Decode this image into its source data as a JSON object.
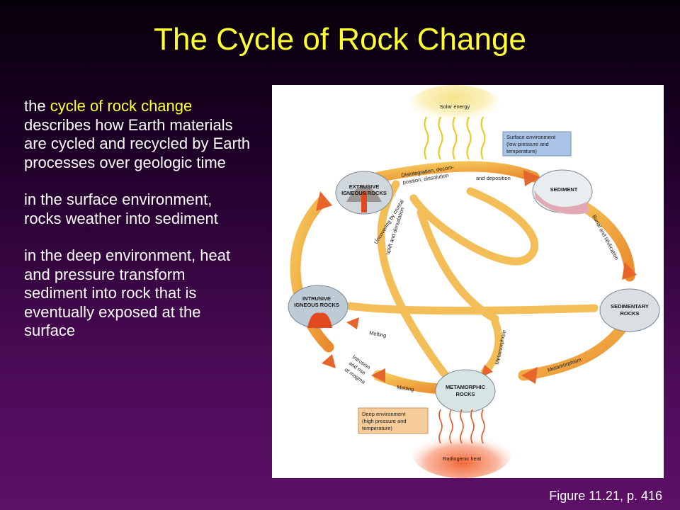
{
  "slide": {
    "title": "The Cycle of Rock Change",
    "paragraphs": [
      {
        "highlight_prefix": "the ",
        "highlight": "cycle of rock change",
        "rest": " describes how Earth materials are cycled and recycled by Earth processes over geologic time"
      },
      {
        "text": "in the surface environment, rocks weather into sediment"
      },
      {
        "text": "in the deep environment, heat and pressure transform sediment into rock that is eventually exposed at the surface"
      }
    ],
    "caption": "Figure 11.21, p. 416"
  },
  "diagram": {
    "solar_energy": "Solar energy",
    "radiogenic_heat": "Radiogenic heat",
    "surface_env": [
      "Surface environment",
      "(low pressure and",
      "temperature)"
    ],
    "deep_env": [
      "Deep environment",
      "(high pressure and",
      "temperature)"
    ],
    "nodes": {
      "extrusive": [
        "EXTRUSIVE",
        "IGNEOUS ROCKS"
      ],
      "sediment": "SEDIMENT",
      "sedimentary": [
        "SEDIMENTARY",
        "ROCKS"
      ],
      "metamorphic": [
        "METAMORPHIC",
        "ROCKS"
      ],
      "intrusive": [
        "INTRUSIVE",
        "IGNEOUS ROCKS"
      ]
    },
    "arrows": {
      "disintegration": [
        "Disintegration, decom-",
        "position, dissolution"
      ],
      "deposition": "and deposition",
      "burial": "Burial and lithification",
      "metamorphism_right": "Metamorphism",
      "metamorphism_center": "Metamorphism",
      "melting_left": "Melting",
      "melting_bottom": "Melting",
      "intrusion": [
        "Intrusion",
        "and rise",
        "of magma"
      ],
      "uncovering": "Uncovering by crustal",
      "uplift": "uplift and denudation"
    }
  }
}
